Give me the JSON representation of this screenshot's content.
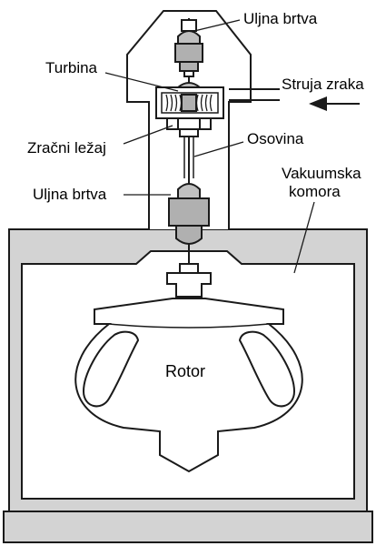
{
  "labels": {
    "oil_seal_top": "Uljna brtva",
    "turbine": "Turbina",
    "air_stream": "Struja zraka",
    "air_bearing": "Zračni ležaj",
    "shaft": "Osovina",
    "vacuum_chamber_line1": "Vakuumska",
    "vacuum_chamber_line2": "komora",
    "oil_seal_bottom": "Uljna brtva",
    "rotor": "Rotor"
  },
  "colors": {
    "stroke": "#1a1a1a",
    "chamber_gray": "#d3d3d3",
    "component_dark": "#b0b0b0",
    "background": "#ffffff"
  }
}
